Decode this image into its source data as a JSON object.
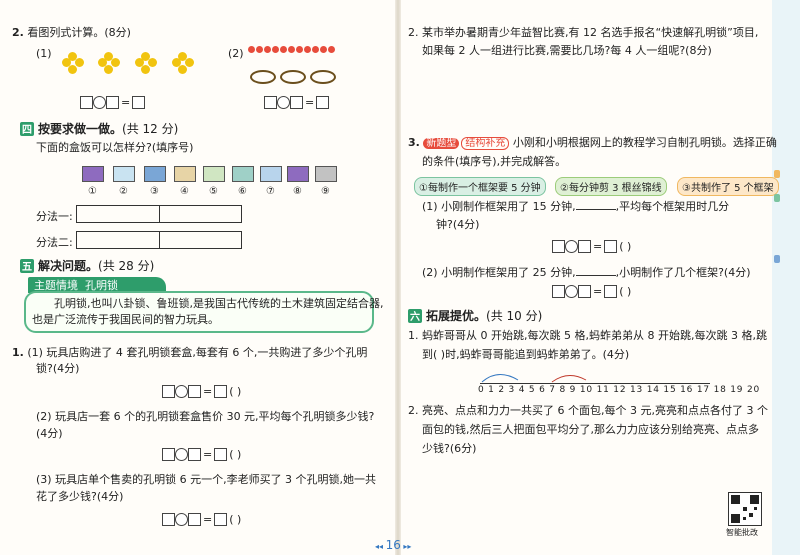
{
  "left": {
    "q2": {
      "number": "2.",
      "text": "看图列式计算。(8分)",
      "sub1": "(1)",
      "sub2": "(2)"
    },
    "sec4": {
      "icon": "四",
      "title": "按要求做一做。",
      "score": "(共 12 分)"
    },
    "sec4_q": "下面的盒饭可以怎样分?(填序号)",
    "box_labels": [
      "①",
      "②",
      "③",
      "④",
      "⑤",
      "⑥",
      "⑦",
      "⑧",
      "⑨"
    ],
    "method1": "分法一:",
    "method2": "分法二:",
    "sec5": {
      "icon": "五",
      "title": "解决问题。",
      "score": "(共 28 分)"
    },
    "theme": {
      "label": "主题情境",
      "name": "孔明锁"
    },
    "theme_text1": "孔明锁,也叫八卦锁、鲁班锁,是我国古代传统的土木建筑固定结合器,",
    "theme_text2": "也是广泛流传于我国民间的智力玩具。",
    "p1_num": "1.",
    "p1_1a": "(1) 玩具店购进了 4 套孔明锁套盒,每套有 6 个,一共购进了多少个孔明",
    "p1_1b": "锁?(4分)",
    "p1_2a": "(2) 玩具店一套 6 个的孔明锁套盒售价 30 元,平均每个孔明锁多少钱?",
    "p1_2b": "(4分)",
    "p1_3a": "(3) 玩具店单个售卖的孔明锁 6 元一个,李老师买了 3 个孔明锁,她一共",
    "p1_3b": "花了多少钱?(4分)",
    "paren": "(    )"
  },
  "right": {
    "q2a": "2. 某市举办暑期青少年益智比赛,有 12 名选手报名“快速解孔明锁”项目,",
    "q2b": "如果每 2 人一组进行比赛,需要比几场?每 4 人一组呢?(8分)",
    "q3_num": "3.",
    "q3_tag1": "新题型",
    "q3_tag2": "结构补充",
    "q3_text": "小刚和小明根据网上的教程学习自制孔明锁。选择正确",
    "q3_text2": "的条件(填序号),并完成解答。",
    "cond1": "①每制作一个框架要 5 分钟",
    "cond2": "②每分钟剪 3 根丝锦线",
    "cond3": "③共制作了 5 个框架",
    "q3_1a": "(1) 小刚制作框架用了 15 分钟,",
    "q3_1b": ",平均每个框架用时几分",
    "q3_1c": "钟?(4分)",
    "q3_2a": "(2) 小明制作框架用了 25 分钟,",
    "q3_2b": ",小明制作了几个框架?(4分)",
    "sec6": {
      "icon": "六",
      "title": "拓展提优。",
      "score": "(共 10 分)"
    },
    "s6_1a": "1. 蚂蚱哥哥从 0 开始跳,每次跳 5 格,蚂蚱弟弟从 8 开始跳,每次跳 3 格,跳",
    "s6_1b": "到(     )时,蚂蚱哥哥能追到蚂蚱弟弟了。(4分)",
    "numberline": "0 1 2 3 4 5 6 7 8 9 10 11 12 13 14 15 16 17 18 19 20",
    "s6_2a": "2. 亮亮、点点和力力一共买了 6 个面包,每个 3 元,亮亮和点点各付了 3 个",
    "s6_2b": "面包的钱,然后三人把面包平均分了,那么力力应该分别给亮亮、点点多",
    "s6_2c": "少钱?(6分)",
    "qr_label": "智能批改",
    "paren": "(    )"
  },
  "page_number": "16",
  "colors": {
    "accent": "#2e9d6b",
    "page_num": "#3578c1"
  }
}
